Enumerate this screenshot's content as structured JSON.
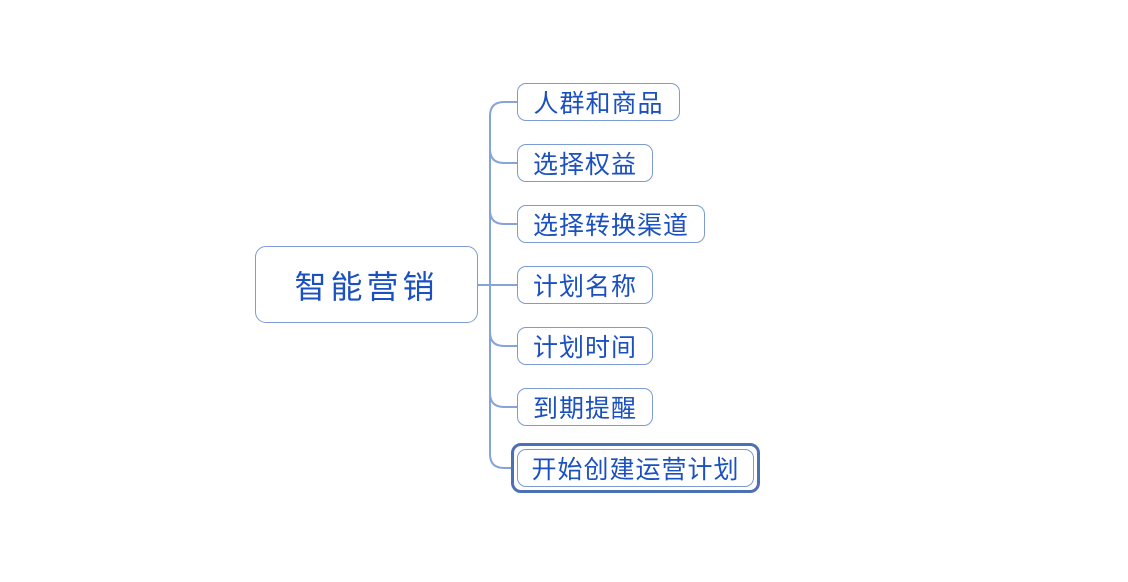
{
  "diagram": {
    "type": "mindmap",
    "root": {
      "label": "智能营销"
    },
    "children": [
      {
        "label": "人群和商品",
        "selected": false
      },
      {
        "label": "选择权益",
        "selected": false
      },
      {
        "label": "选择转换渠道",
        "selected": false
      },
      {
        "label": "计划名称",
        "selected": false
      },
      {
        "label": "计划时间",
        "selected": false
      },
      {
        "label": "到期提醒",
        "selected": false
      },
      {
        "label": "开始创建运营计划",
        "selected": true
      }
    ],
    "colors": {
      "background": "#ffffff",
      "node_border": "#7c9bd4",
      "node_text": "#1b50c0",
      "connector": "#85a4d9",
      "selection_ring": "#4d6fb4"
    }
  }
}
